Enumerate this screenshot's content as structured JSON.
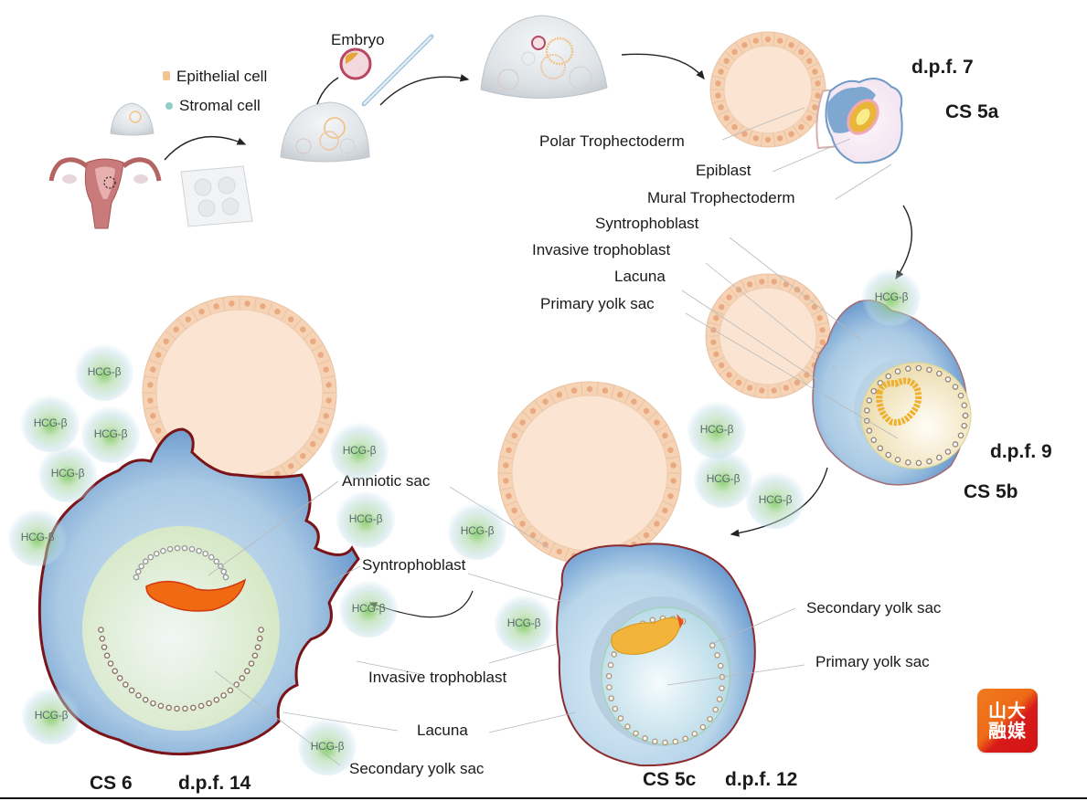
{
  "legend": {
    "epithelial_label": "Epithelial cell",
    "stromal_label": "Stromal cell",
    "epithelial_color": "#f3c48f",
    "stromal_color": "#8fcfc8"
  },
  "workflow": {
    "embryo_label": "Embryo",
    "icons": [
      "uterus-icon",
      "small-dome-organoid-icon",
      "culture-plate-icon",
      "dome-with-embryo-icon",
      "pipette-icon",
      "large-dome-organoid-icon"
    ]
  },
  "stages": {
    "cs5a": {
      "stage": "CS 5a",
      "dpf": "d.p.f. 7"
    },
    "cs5b": {
      "stage": "CS 5b",
      "dpf": "d.p.f. 9"
    },
    "cs5c": {
      "stage": "CS 5c",
      "dpf": "d.p.f. 12"
    },
    "cs6": {
      "stage": "CS 6",
      "dpf": "d.p.f. 14"
    }
  },
  "labels": {
    "cs5a": [
      "Polar Trophectoderm",
      "Epiblast",
      "Mural Trophectoderm"
    ],
    "cs5b": [
      "Syntrophoblast",
      "Invasive trophoblast",
      "Lacuna",
      "Primary yolk sac"
    ],
    "cs5c": [
      "Secondary yolk sac",
      "Primary yolk sac"
    ],
    "shared": [
      "Amniotic sac",
      "Syntrophoblast",
      "Invasive trophoblast",
      "Lacuna",
      "Secondary yolk sac"
    ]
  },
  "hormone": {
    "label": "HCG-β",
    "count": 15
  },
  "logo": {
    "line1": "山大",
    "line2": "融媒"
  },
  "colors": {
    "gland_cell": "#f6d3b4",
    "gland_nucleus": "#e9a981",
    "gland_lumen": "#fbe5d2",
    "stroma_outline": "#d8aeb0",
    "trophoblast_blue": "#4f86c4",
    "trophoblast_light": "#bcd8ea",
    "membrane_dark_red": "#7a1418",
    "yolk_cream": "#f2e3bd",
    "embryo_orange": "#f3b233",
    "embryo_red_orange": "#e8491a",
    "amnion_green": "#dbe9c4"
  }
}
